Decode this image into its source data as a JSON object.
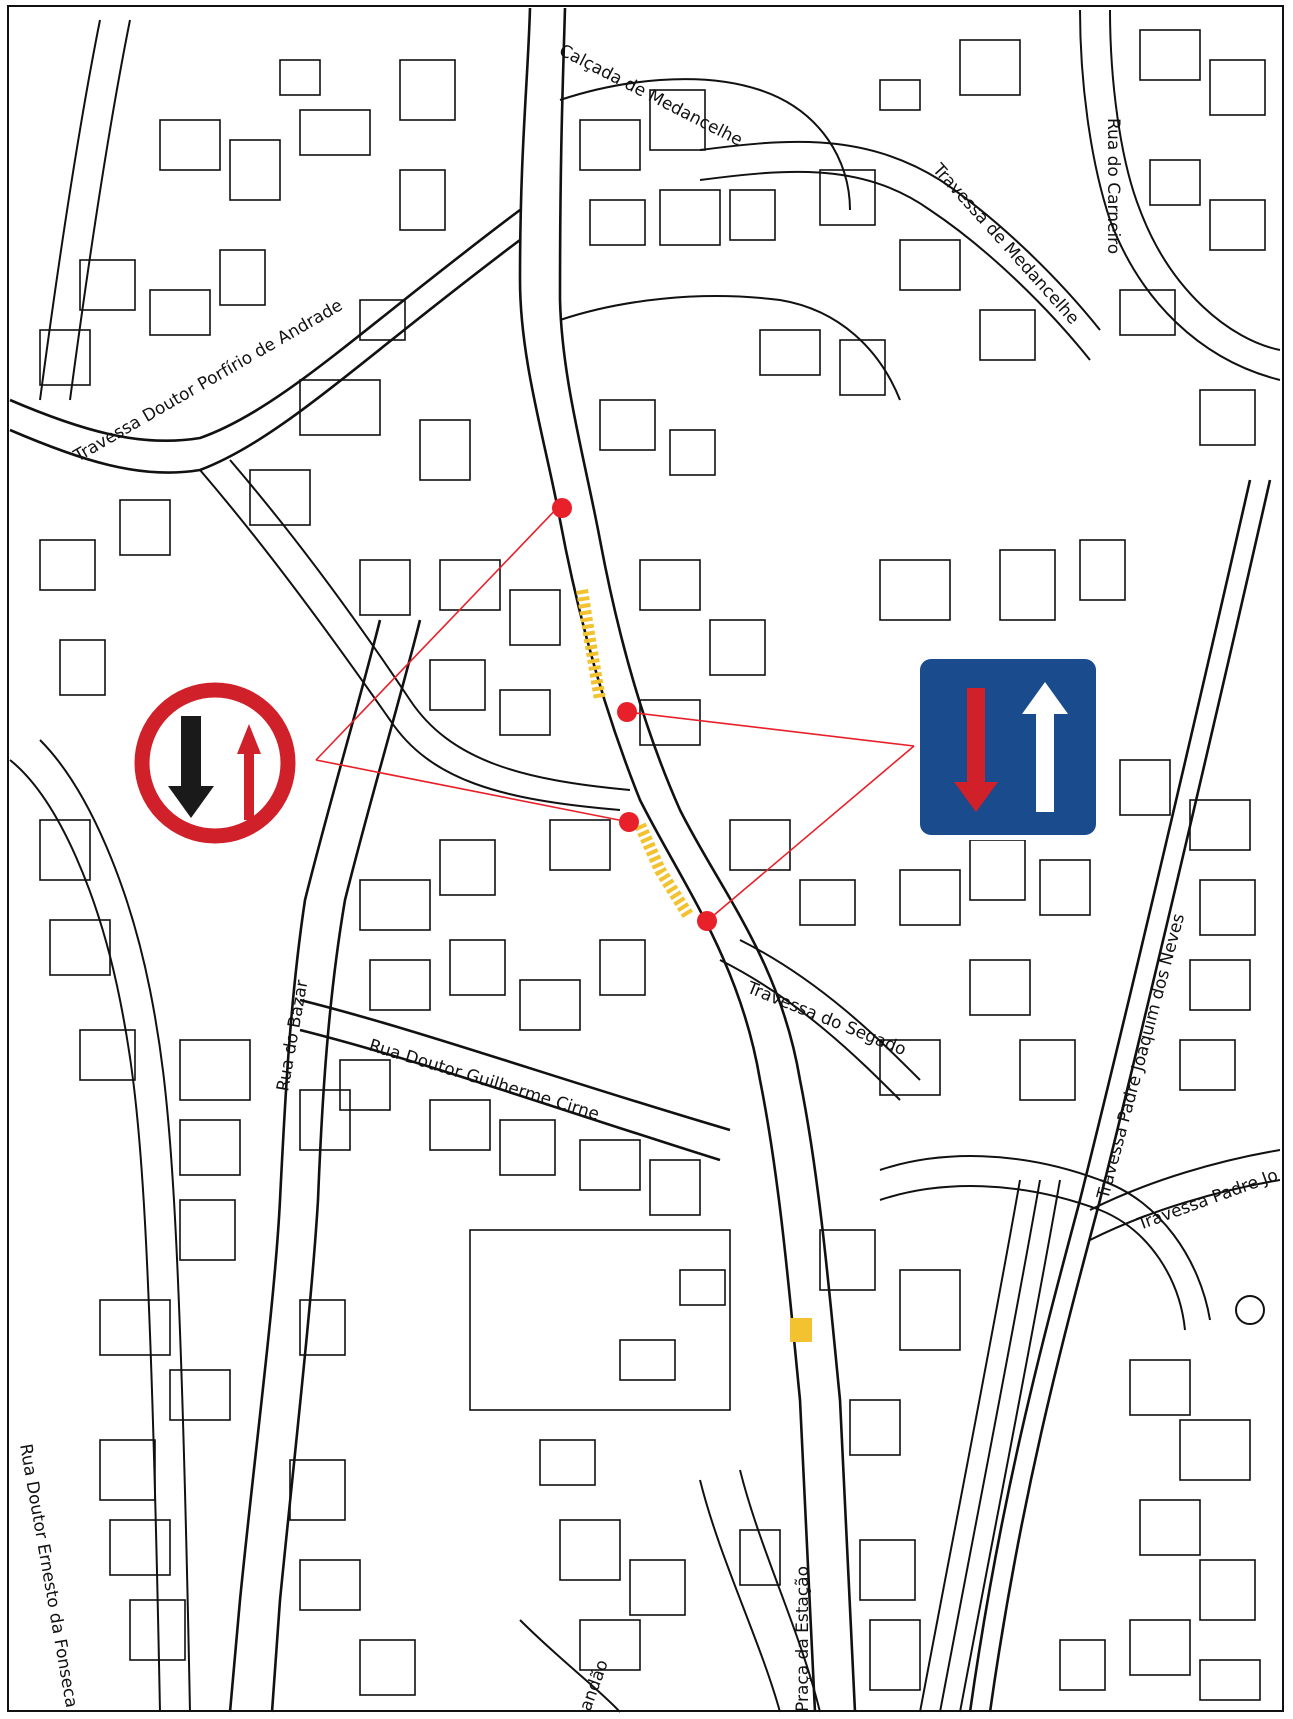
{
  "streets": [
    {
      "id": "calcada-medancelhe",
      "label": "Calçada de Medancelhe"
    },
    {
      "id": "travessa-medancelhe",
      "label": "Travessa de Medancelhe"
    },
    {
      "id": "rua-carneiro",
      "label": "Rua do Carneiro"
    },
    {
      "id": "travessa-porfirio",
      "label": "Travessa Doutor Porfírio de Andrade"
    },
    {
      "id": "rua-bazar",
      "label": "Rua do Bazar"
    },
    {
      "id": "rua-guilherme-cirne",
      "label": "Rua Doutor Guilherme Cirne"
    },
    {
      "id": "travessa-segado",
      "label": "Travessa do Segado"
    },
    {
      "id": "travessa-padre-neves",
      "label": "Travessa Padre Joaquim dos Neves"
    },
    {
      "id": "travessa-padre-2",
      "label": "Travessa Padre Jo"
    },
    {
      "id": "rua-ernesto-fonseca",
      "label": "Rua Doutor Ernesto da Fonseca"
    },
    {
      "id": "praca-estacao",
      "label": "Praça da Estação"
    },
    {
      "id": "bottom-partial",
      "label": "andão"
    }
  ],
  "signs": {
    "priority_oncoming": {
      "name": "give-way-oncoming-sign",
      "ring_color": "#d0202a",
      "arrow_down_color": "#1a1a1a",
      "arrow_up_color": "#d0202a"
    },
    "priority_over_oncoming": {
      "name": "priority-over-oncoming-sign",
      "bg_color": "#1a4b8c",
      "arrow_down_color": "#d0202a",
      "arrow_up_color": "#ffffff"
    }
  },
  "colors": {
    "marker": "#e8202a",
    "leader_line": "#e8202a",
    "highlight": "#f2c230"
  }
}
